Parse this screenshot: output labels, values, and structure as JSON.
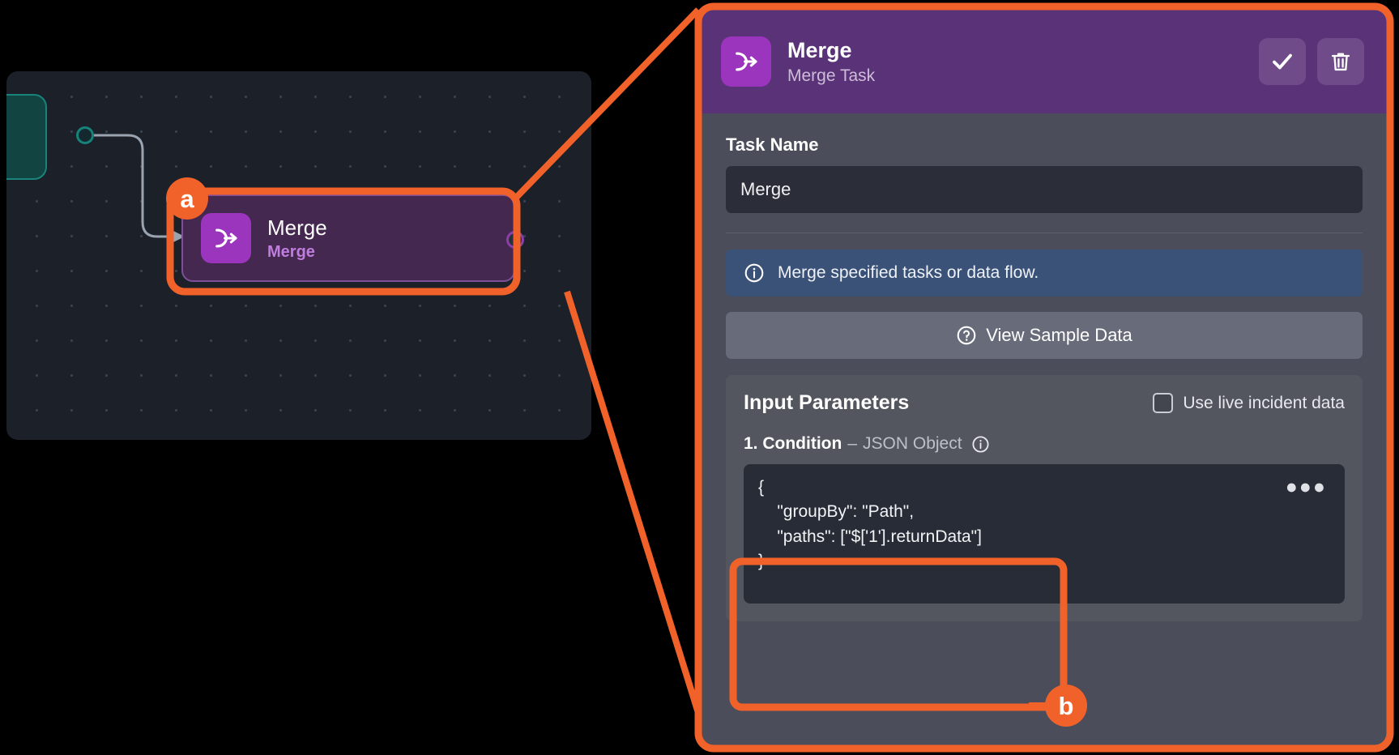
{
  "canvas": {
    "upstream_node": {
      "name": "upstream-node",
      "color": "#124441"
    },
    "merge_node": {
      "title": "Merge",
      "subtitle": "Merge",
      "icon": "merge-arrow-icon",
      "color": "#44284f",
      "icon_color": "#9b35bd"
    }
  },
  "callouts": [
    {
      "id": "a",
      "label": "a",
      "target": "canvas merge node"
    },
    {
      "id": "b",
      "label": "b",
      "target": "condition json editor"
    }
  ],
  "panel": {
    "header": {
      "title": "Merge",
      "subtitle": "Merge Task",
      "icon": "merge-arrow-icon",
      "background": "#5a3278",
      "actions": [
        {
          "name": "confirm-button",
          "icon": "check-icon"
        },
        {
          "name": "delete-button",
          "icon": "trash-icon"
        }
      ]
    },
    "task_name": {
      "label": "Task Name",
      "value": "Merge",
      "placeholder": "Task Name"
    },
    "info_banner": {
      "icon": "info-circle-icon",
      "text": "Merge specified tasks or data flow.",
      "color": "#3b5278"
    },
    "sample_data_button": {
      "icon": "question-circle-icon",
      "label": "View Sample Data"
    },
    "input_parameters": {
      "title": "Input Parameters",
      "live_data_checkbox": {
        "label": "Use live incident data",
        "checked": false
      },
      "parameters": [
        {
          "index": "1. Condition",
          "separator": "–",
          "type": "JSON Object",
          "info_icon": "info-circle-icon",
          "value": "{\n    \"groupBy\": \"Path\",\n    \"paths\": [\"$['1'].returnData\"]\n}",
          "more_icon": "ellipsis-icon"
        }
      ]
    }
  },
  "colors": {
    "accent_orange": "#f1622a",
    "purple": "#9b35bd",
    "panel_bg": "#4b4e5a",
    "canvas_bg": "#1b2029"
  }
}
